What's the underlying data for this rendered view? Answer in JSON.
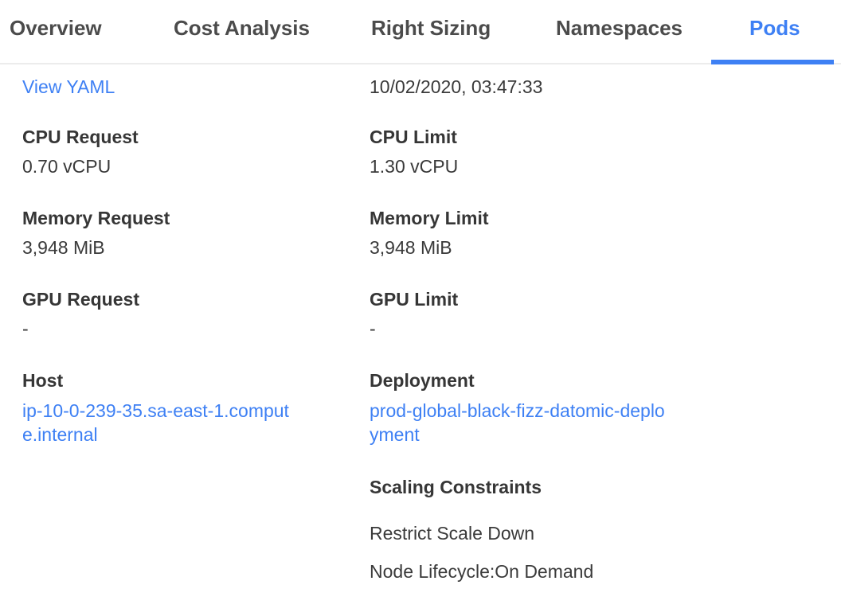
{
  "colors": {
    "accent": "#3e80f4",
    "tab_text": "#4b4b4b",
    "label_text": "#363636",
    "value_text": "#3a3a3a",
    "divider": "#ececec"
  },
  "tab_bar": {
    "items": [
      {
        "label": "Overview"
      },
      {
        "label": "Cost Analysis"
      },
      {
        "label": "Right Sizing"
      },
      {
        "label": "Namespaces"
      },
      {
        "label": "Pods"
      }
    ],
    "active_tab": "Pods"
  },
  "pod_details": {
    "view_yaml_label": "View YAML",
    "start_time": "10/02/2020, 03:47:33",
    "fields": {
      "cpu_request": {
        "label": "CPU Request",
        "value": "0.70 vCPU"
      },
      "cpu_limit": {
        "label": "CPU Limit",
        "value": "1.30 vCPU"
      },
      "memory_request": {
        "label": "Memory Request",
        "value": "3,948 MiB"
      },
      "memory_limit": {
        "label": "Memory Limit",
        "value": "3,948 MiB"
      },
      "gpu_request": {
        "label": "GPU Request",
        "value": "-"
      },
      "gpu_limit": {
        "label": "GPU Limit",
        "value": "-"
      },
      "host": {
        "label": "Host",
        "value": "ip-10-0-239-35.sa-east-1.compute.internal"
      },
      "deployment": {
        "label": "Deployment",
        "value": "prod-global-black-fizz-datomic-deployment"
      }
    },
    "scaling_constraints": {
      "label": "Scaling Constraints",
      "items": [
        "Restrict Scale Down",
        "Node Lifecycle:On Demand"
      ]
    }
  }
}
